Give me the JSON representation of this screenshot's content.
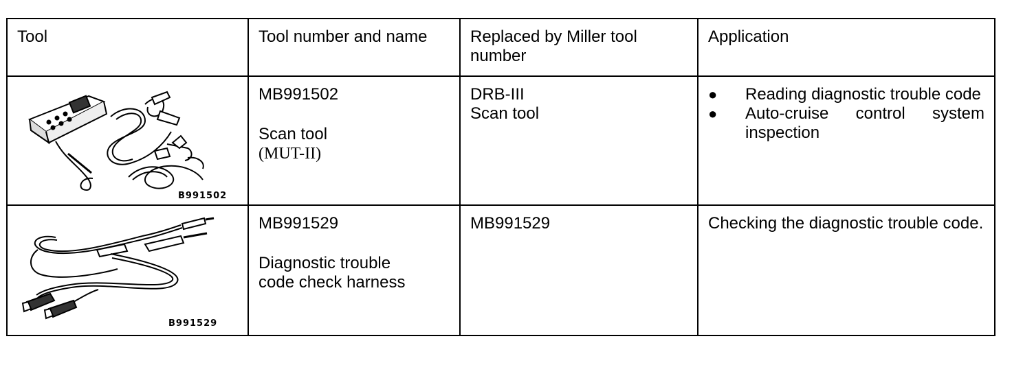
{
  "table": {
    "headers": [
      "Tool",
      "Tool number and name",
      "Replaced by Miller tool number",
      "Application"
    ],
    "rows": [
      {
        "tool_code": "B991502",
        "tool_number": "MB991502",
        "tool_name_line1": "Scan tool",
        "tool_name_line2": "(MUT-II)",
        "replaced_line1": "DRB-III",
        "replaced_line2": "Scan tool",
        "applications": [
          "Reading diagnostic trouble code",
          "Auto-cruise control system inspection"
        ]
      },
      {
        "tool_code": "B991529",
        "tool_number": "MB991529",
        "tool_name_line1": "Diagnostic trouble",
        "tool_name_line2": "code check harness",
        "replaced_line1": "MB991529",
        "application_text": "Checking the diagnostic trouble code."
      }
    ]
  },
  "icons": {
    "row1": "scan-tool-illustration",
    "row2": "check-harness-illustration"
  }
}
